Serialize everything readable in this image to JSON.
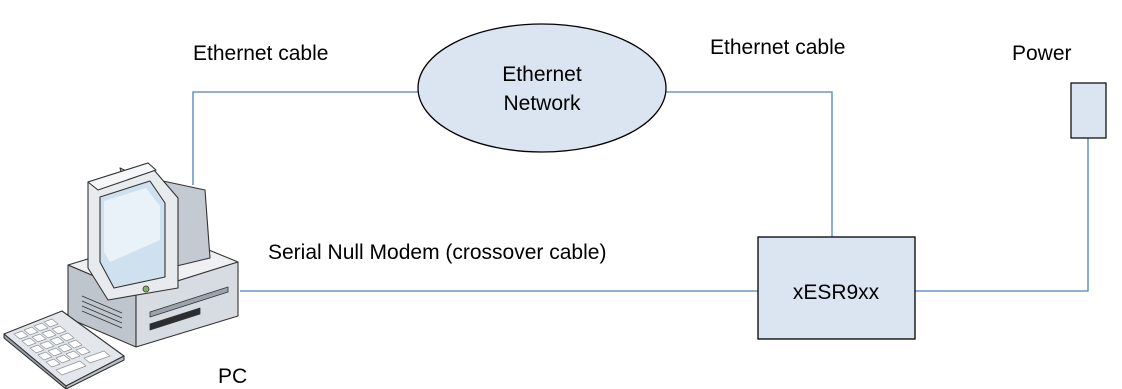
{
  "labels": {
    "ethernet_cable_left": "Ethernet cable",
    "ethernet_cable_right": "Ethernet cable",
    "network_line1": "Ethernet",
    "network_line2": "Network",
    "power": "Power",
    "serial_cable": "Serial Null Modem (crossover cable)",
    "device": "xESR9xx",
    "pc": "PC"
  },
  "colors": {
    "line": "#4f81bd",
    "shape_fill": "#dbe5f1",
    "shape_stroke": "#000000",
    "text": "#000000"
  },
  "icons": {
    "pc": "desktop-computer-icon",
    "keyboard": "keyboard-icon"
  }
}
